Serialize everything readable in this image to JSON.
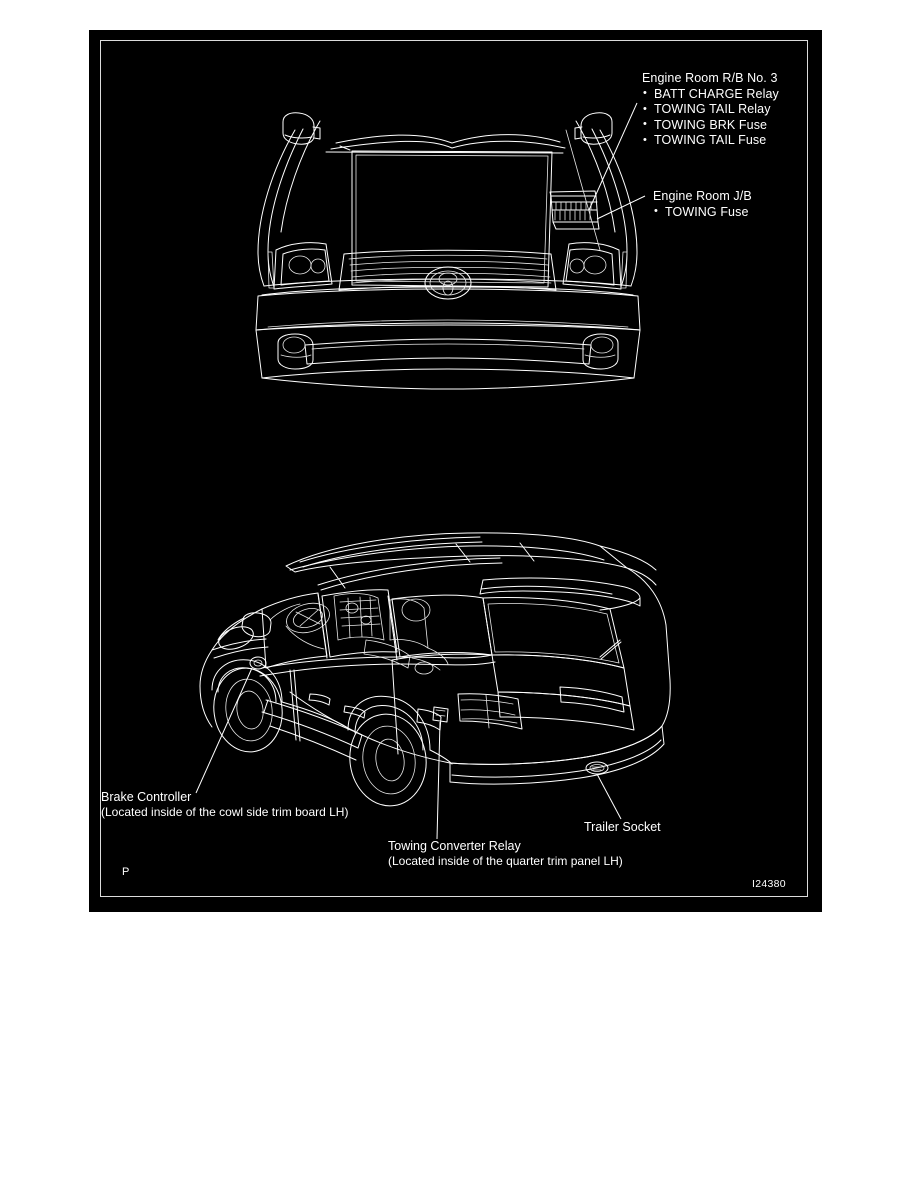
{
  "document": {
    "figure_id": "I24380",
    "page_mark": "P",
    "background_color": "#000000",
    "line_color": "#ffffff"
  },
  "callouts": {
    "engine_room_rb3": {
      "header": "Engine Room R/B No. 3",
      "items": [
        "BATT CHARGE Relay",
        "TOWING TAIL Relay",
        "TOWING BRK Fuse",
        "TOWING TAIL Fuse"
      ]
    },
    "engine_room_jb": {
      "header": "Engine Room J/B",
      "items": [
        "TOWING Fuse"
      ]
    },
    "brake_controller": {
      "title": "Brake Controller",
      "note": "(Located inside of the cowl side trim board LH)"
    },
    "towing_converter_relay": {
      "title": "Towing Converter Relay",
      "note": "(Located inside of the quarter trim panel LH)"
    },
    "trailer_socket": {
      "title": "Trailer Socket"
    }
  },
  "illustrations": {
    "front_view": {
      "name": "vehicle-front-view-hood-open",
      "description": "Front view of SUV with hood raised showing engine room relay block and junction block"
    },
    "rear_view": {
      "name": "vehicle-rear-three-quarter-view",
      "description": "Rear three-quarter view of SUV showing trailer socket, towing converter relay and brake controller locations"
    }
  }
}
